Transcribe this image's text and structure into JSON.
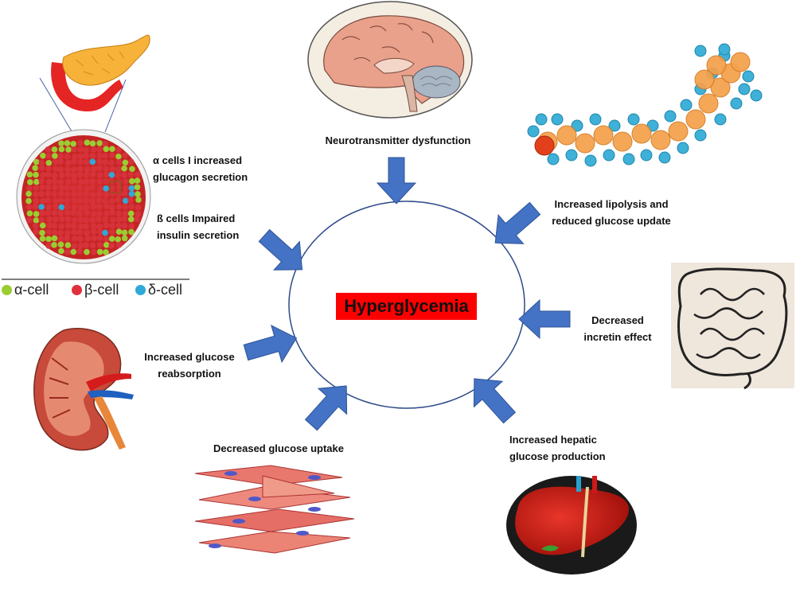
{
  "center": {
    "label": "Hyperglycemia"
  },
  "factors": {
    "neuro": "Neurotransmitter dysfunction",
    "lipolysis": [
      "Increased  lipolysis and",
      "reduced glucose update"
    ],
    "incretin": [
      "Decreased",
      "incretin effect"
    ],
    "hepatic": [
      "Increased hepatic",
      "glucose production"
    ],
    "uptake": "Decreased glucose uptake",
    "reabsorption": [
      "Increased  glucose",
      "reabsorption"
    ],
    "alpha": [
      "α cells I increased",
      "glucagon secretion"
    ],
    "beta": [
      "ß cells Impaired",
      "insulin secretion"
    ]
  },
  "legend": [
    {
      "label": "α-cell",
      "color": "#9acd32"
    },
    {
      "label": "β-cell",
      "color": "#e0303a"
    },
    {
      "label": "δ-cell",
      "color": "#30a8d8"
    }
  ],
  "colors": {
    "arrow": "#4472c4",
    "center_fill": "#ff0000",
    "circle_stroke": "#2e4a8a"
  }
}
